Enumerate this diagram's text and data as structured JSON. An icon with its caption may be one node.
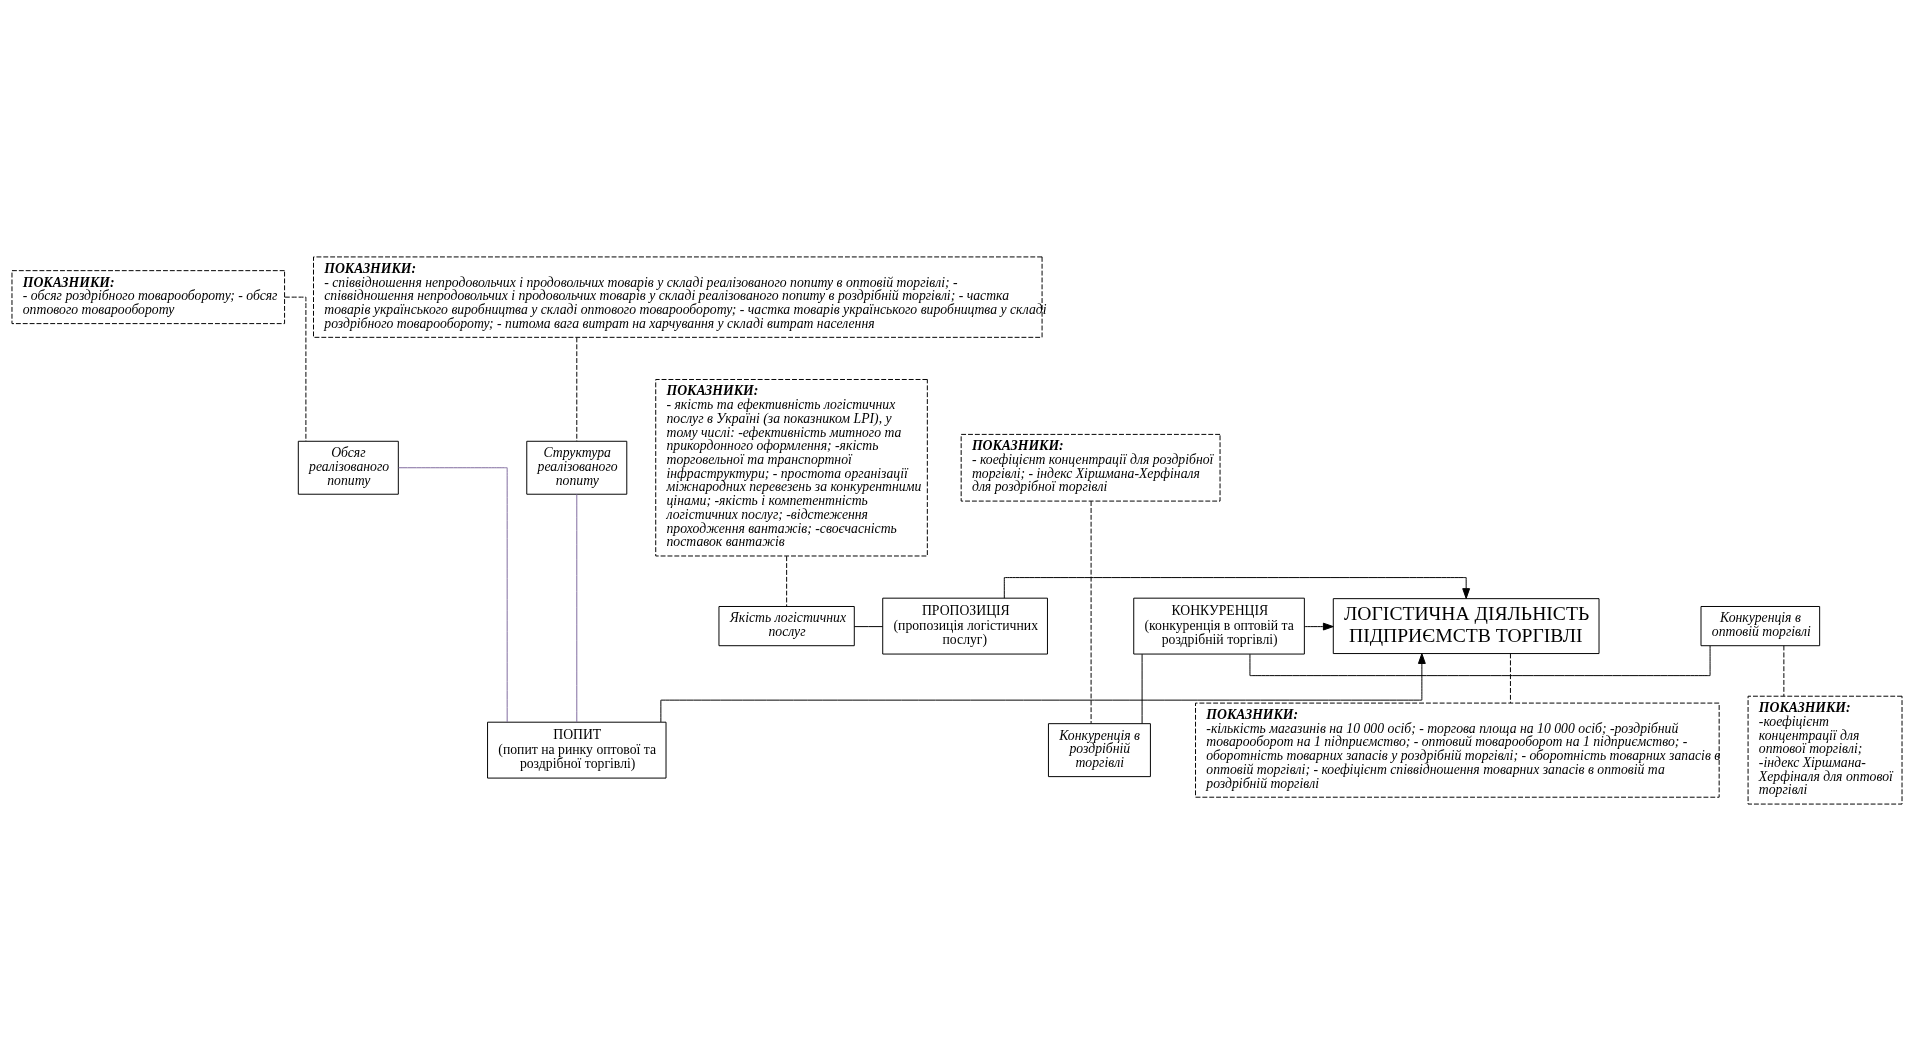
{
  "diagram": {
    "nodes": [
      {
        "text": [
          "ПОКАЗНИКИ:",
          "- обсяг роздрібного товарообороту; - обсяг оптового товарообороту"
        ]
      },
      {
        "text": [
          "ПОКАЗНИКИ:",
          "- співвідношення непродовольчих і продовольчих товарів у складі реалізованого попиту в оптовій торгівлі; - співвідношення непродовольчих і продовольчих товарів у складі реалізованого попиту в роздрібній торгівлі; - частка товарів українського виробництва у складі оптового товарообороту; - частка товарів українського виробництва у складі роздрібного товарообороту; - питома вага витрат на харчування у складі витрат населення"
        ]
      },
      {
        "text": [
          "ПОКАЗНИКИ:",
          "- якість та ефективність логістичних послуг в Україні (за показником LPI), у тому числі: -ефективність митного та прикордонного оформлення; -якість торговельної та транспортної інфраструктури; - простота організації міжнародних перевезень за конкурентними цінами; -якість і компетентність логістичних послуг; -відстеження проходження вантажів; -своєчасність поставок вантажів"
        ]
      },
      {
        "text": [
          "Обсяг реалізованого попиту"
        ]
      },
      {
        "text": [
          "Структура реалізованого попиту"
        ]
      },
      {
        "text": [
          "ПОКАЗНИКИ:",
          "- коефіцієнт концентрації для роздрібної торгівлі; - індекс Хіршмана-Херфіналя для роздрібної торгівлі"
        ]
      },
      {
        "text": [
          "ПОПИТ",
          "(попит на ринку оптової та роздрібної торгівлі)"
        ]
      },
      {
        "text": [
          "Конкуренція в роздрібній торгівлі"
        ]
      },
      {
        "text": [
          "Якість логістичних послуг"
        ]
      },
      {
        "text": [
          "ПРОПОЗИЦІЯ",
          "(пропозиція логістичних послуг)"
        ]
      },
      {
        "text": [
          "ЛОГІСТИЧНА ДІЯЛЬНІСТЬ ПІДПРИЄМСТВ ТОРГІВЛІ"
        ]
      },
      {
        "text": [
          "КОНКУРЕНЦІЯ",
          "(конкуренція в оптовій та роздрібній торгівлі)"
        ]
      },
      {
        "text": [
          "Конкуренція в оптовій торгівлі"
        ]
      },
      {
        "text": [
          "ПОКАЗНИКИ:",
          "-кількість магазинів на 10 000 осіб; - торгова площа на 10 000 осіб; -роздрібний товарооборот на 1 підприємство; - оптовий товарооборот на 1 підприємство; - оборотність товарних запасів у роздрібній торгівлі; - оборотність товарних запасів в оптовій торгівлі; - коефіцієнт співвідношення товарних запасів в оптовій та роздрібній торгівлі"
        ]
      },
      {
        "text": [
          "ПОКАЗНИКИ:",
          "-коефіцієнт концентрації для оптової торгівлі; -індекс Хіршмана-Херфіналя для оптової торгівлі"
        ]
      }
    ],
    "edges": [
      {
        "from": 0,
        "to": 3,
        "arrow": "none",
        "style": "dashed"
      },
      {
        "from": 1,
        "to": 4,
        "arrow": "none",
        "style": "dashed"
      },
      {
        "from": 2,
        "to": 8,
        "arrow": "none",
        "style": "dashed"
      },
      {
        "from": 3,
        "to": 6,
        "arrow": "none",
        "color": "#7f6a9e"
      },
      {
        "from": 4,
        "to": 6,
        "arrow": "none",
        "color": "#7f6a9e"
      },
      {
        "from": 6,
        "to": 10,
        "arrow": "to"
      },
      {
        "from": 8,
        "to": 9,
        "arrow": "none"
      },
      {
        "from": 9,
        "to": 10,
        "arrow": "to"
      },
      {
        "from": 11,
        "to": 10,
        "arrow": "to"
      },
      {
        "from": 11,
        "to": 7,
        "arrow": "none"
      },
      {
        "from": 11,
        "to": 12,
        "arrow": "none"
      },
      {
        "from": 5,
        "to": 7,
        "arrow": "none",
        "style": "dashed"
      },
      {
        "from": 10,
        "to": 13,
        "arrow": "none",
        "style": "dashed"
      },
      {
        "from": 12,
        "to": 14,
        "arrow": "none",
        "style": "dashed"
      }
    ]
  }
}
